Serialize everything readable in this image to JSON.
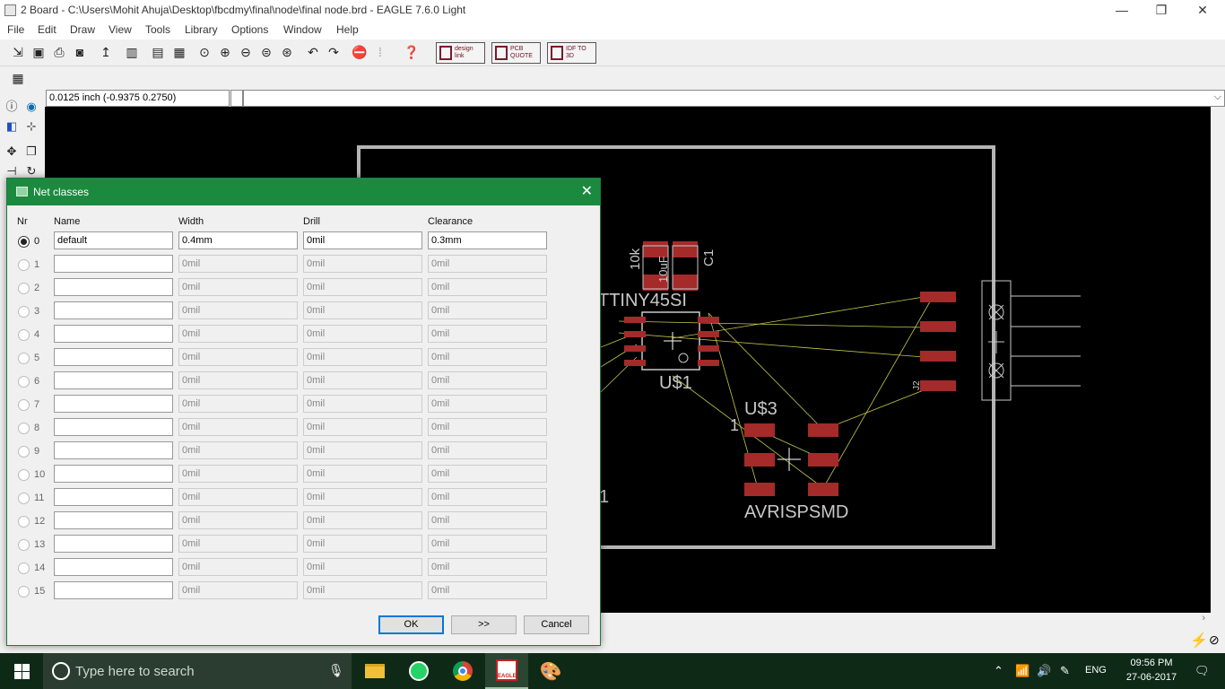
{
  "window": {
    "title": "2 Board - C:\\Users\\Mohit Ahuja\\Desktop\\fbcdmy\\final\\node\\final node.brd - EAGLE 7.6.0 Light",
    "minimize": "—",
    "restore": "❐",
    "close": "✕"
  },
  "menu": [
    "File",
    "Edit",
    "Draw",
    "View",
    "Tools",
    "Library",
    "Options",
    "Window",
    "Help"
  ],
  "toolbar": {
    "design_link": "design link",
    "pcb_quote": "PCB QUOTE",
    "idf_to_3d": "IDF TO 3D"
  },
  "coord_bar": {
    "coordinate": "0.0125 inch (-0.9375 0.2750)"
  },
  "board": {
    "labels": {
      "r_value": "10k",
      "c_value": "10uF",
      "c1": "C1",
      "ic_name": "TTINY45SI",
      "u1": "U$1",
      "u3": "U$3",
      "pin1": "1",
      "connector": "AVRISPSMD",
      "j2": "J2",
      "part1": "1"
    },
    "colors": {
      "outline": "#b4b4b4",
      "pad": "#a52a2a",
      "airwire": "#c8c84a",
      "silk": "#c8c8c8"
    }
  },
  "dialog": {
    "title": "Net classes",
    "headers": {
      "nr": "Nr",
      "name": "Name",
      "width": "Width",
      "drill": "Drill",
      "clearance": "Clearance"
    },
    "rows": [
      {
        "nr": "0",
        "name": "default",
        "width": "0.4mm",
        "drill": "0mil",
        "clearance": "0.3mm",
        "selected": true
      },
      {
        "nr": "1",
        "name": "",
        "width": "0mil",
        "drill": "0mil",
        "clearance": "0mil"
      },
      {
        "nr": "2",
        "name": "",
        "width": "0mil",
        "drill": "0mil",
        "clearance": "0mil"
      },
      {
        "nr": "3",
        "name": "",
        "width": "0mil",
        "drill": "0mil",
        "clearance": "0mil"
      },
      {
        "nr": "4",
        "name": "",
        "width": "0mil",
        "drill": "0mil",
        "clearance": "0mil"
      },
      {
        "nr": "5",
        "name": "",
        "width": "0mil",
        "drill": "0mil",
        "clearance": "0mil"
      },
      {
        "nr": "6",
        "name": "",
        "width": "0mil",
        "drill": "0mil",
        "clearance": "0mil"
      },
      {
        "nr": "7",
        "name": "",
        "width": "0mil",
        "drill": "0mil",
        "clearance": "0mil"
      },
      {
        "nr": "8",
        "name": "",
        "width": "0mil",
        "drill": "0mil",
        "clearance": "0mil"
      },
      {
        "nr": "9",
        "name": "",
        "width": "0mil",
        "drill": "0mil",
        "clearance": "0mil"
      },
      {
        "nr": "10",
        "name": "",
        "width": "0mil",
        "drill": "0mil",
        "clearance": "0mil"
      },
      {
        "nr": "11",
        "name": "",
        "width": "0mil",
        "drill": "0mil",
        "clearance": "0mil"
      },
      {
        "nr": "12",
        "name": "",
        "width": "0mil",
        "drill": "0mil",
        "clearance": "0mil"
      },
      {
        "nr": "13",
        "name": "",
        "width": "0mil",
        "drill": "0mil",
        "clearance": "0mil"
      },
      {
        "nr": "14",
        "name": "",
        "width": "0mil",
        "drill": "0mil",
        "clearance": "0mil"
      },
      {
        "nr": "15",
        "name": "",
        "width": "0mil",
        "drill": "0mil",
        "clearance": "0mil"
      }
    ],
    "buttons": {
      "ok": "OK",
      "more": ">>",
      "cancel": "Cancel"
    },
    "accent": "#1b8a3f"
  },
  "taskbar": {
    "search_placeholder": "Type here to search",
    "language": "ENG",
    "time": "09:56 PM",
    "date": "27-06-2017",
    "eagle_label": "EAGLE"
  }
}
